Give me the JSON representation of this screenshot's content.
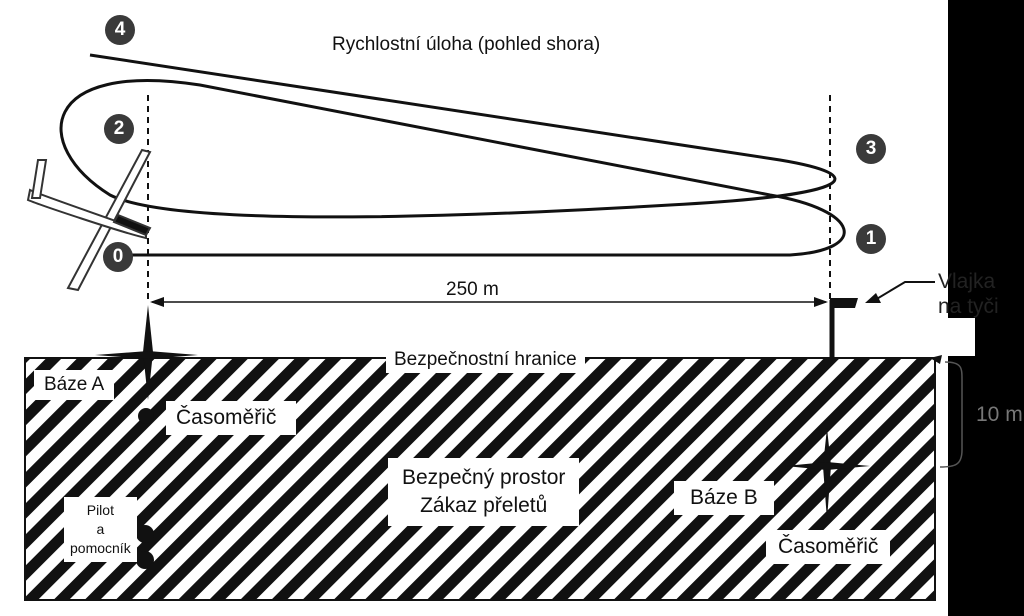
{
  "title": "Rychlostní úloha (pohled shora)",
  "markers": [
    "0",
    "1",
    "2",
    "3",
    "4"
  ],
  "distance_label": "250 m",
  "flag_label_line1": "Vlajka",
  "flag_label_line2": "na tyči",
  "boundary_label": "Bezpečnostní hranice",
  "depth_label": "10 m",
  "base_a_label": "Báze A",
  "base_b_label": "Báze B",
  "timekeeper_a_label": "Časoměřič",
  "timekeeper_b_label": "Časoměřič",
  "safe_zone_line1": "Bezpečný prostor",
  "safe_zone_line2": "Zákaz přeletů",
  "pilot_line1": "Pilot",
  "pilot_line2": "a",
  "pilot_line3": "pomocník"
}
